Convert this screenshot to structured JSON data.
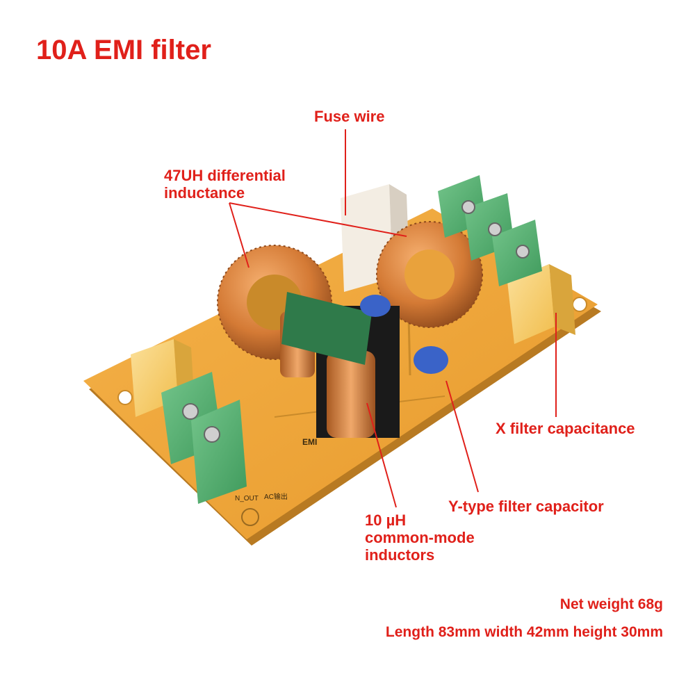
{
  "title": "10A EMI filter",
  "labels": {
    "fuse_wire": "Fuse wire",
    "differential_inductance": [
      "47UH differential",
      "inductance"
    ],
    "x_capacitance": "X filter capacitance",
    "y_capacitor": "Y-type filter capacitor",
    "common_mode": [
      "10 µH",
      "common-mode",
      "inductors"
    ]
  },
  "specs": {
    "net_weight": "Net weight 68g",
    "dimensions": "Length 83mm width 42mm height 30mm"
  },
  "board_silkscreen": {
    "emi_text": "EMI",
    "terminal_left": "N_OUT",
    "terminal_right": "AC输出"
  },
  "colors": {
    "label_red": "#e0201a",
    "pcb": "#f0a63a",
    "terminal_green": "#5fb57a",
    "copper": "#d9803a",
    "x_cap_yellow": "#f7cf6a",
    "y_cap_blue": "#3a63c8",
    "cm_choke_green": "#2f7a4a"
  }
}
